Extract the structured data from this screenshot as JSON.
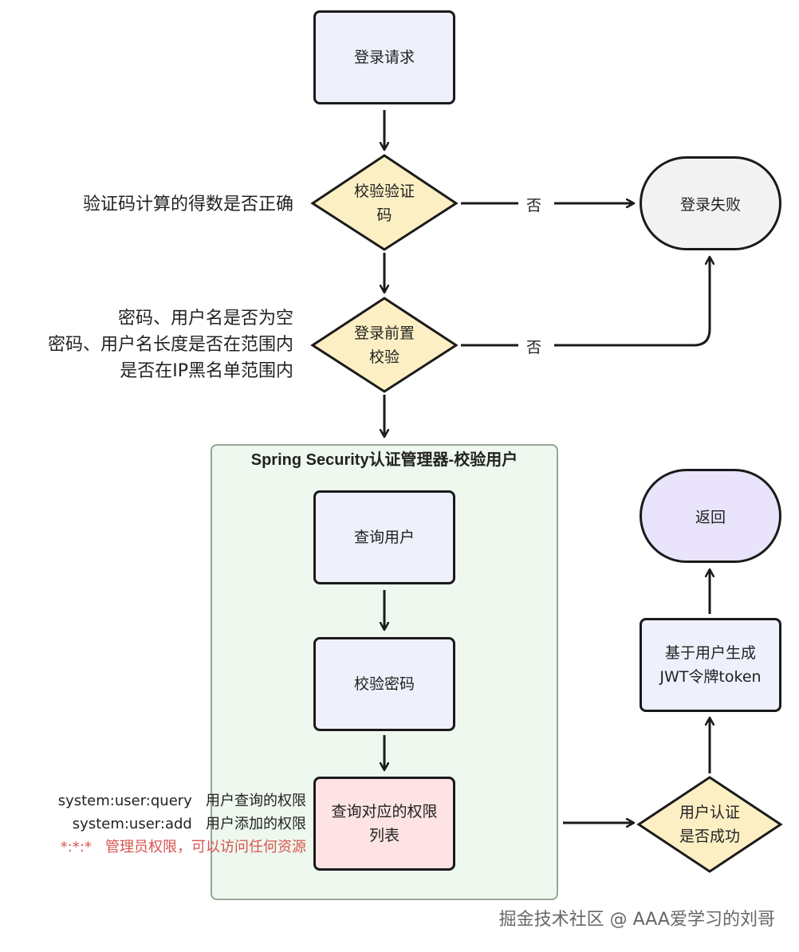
{
  "nodes": {
    "login_request": "登录请求",
    "verify_captcha": "校验验证码",
    "login_prevalidate": "登录前置校验",
    "login_fail": "登录失败",
    "query_user": "查询用户",
    "verify_password": "校验密码",
    "query_permissions": "查询对应的权限列表",
    "user_auth_success": "用户认证是否成功",
    "generate_token": "基于用户生成JWT令牌token",
    "return": "返回"
  },
  "node_lines": {
    "verify_captcha": [
      "校验验证",
      "码"
    ],
    "login_prevalidate": [
      "登录前置",
      "校验"
    ],
    "query_permissions": [
      "查询对应的权限",
      "列表"
    ],
    "user_auth_success": [
      "用户认证",
      "是否成功"
    ],
    "generate_token": [
      "基于用户生成",
      "JWT令牌token"
    ]
  },
  "group": {
    "title": "Spring Security认证管理器-校验用户"
  },
  "edge_labels": {
    "captcha_no": "否",
    "prevalidate_no": "否"
  },
  "annotations": {
    "captcha_note": "验证码计算的得数是否正确",
    "prevalidate_notes": [
      "密码、用户名是否为空",
      "密码、用户名长度是否在范围内",
      "是否在IP黑名单范围内"
    ],
    "permission_notes": [
      {
        "code": "system:user:query",
        "desc": "用户查询的权限"
      },
      {
        "code": "system:user:add",
        "desc": "用户添加的权限"
      },
      {
        "code": "*:*:*",
        "desc": "管理员权限，可以访问任何资源"
      }
    ]
  },
  "watermark": "掘金技术社区 @ AAA爱学习的刘哥",
  "colors": {
    "process_fill": "#eef0fb",
    "decision_fill": "#fdefc4",
    "terminal_fill": "#f2f2f2",
    "return_fill": "#e9e3fb",
    "permission_fill": "#fde3e3",
    "group_fill": "#eef8ee",
    "highlight_text": "#d9534f"
  }
}
